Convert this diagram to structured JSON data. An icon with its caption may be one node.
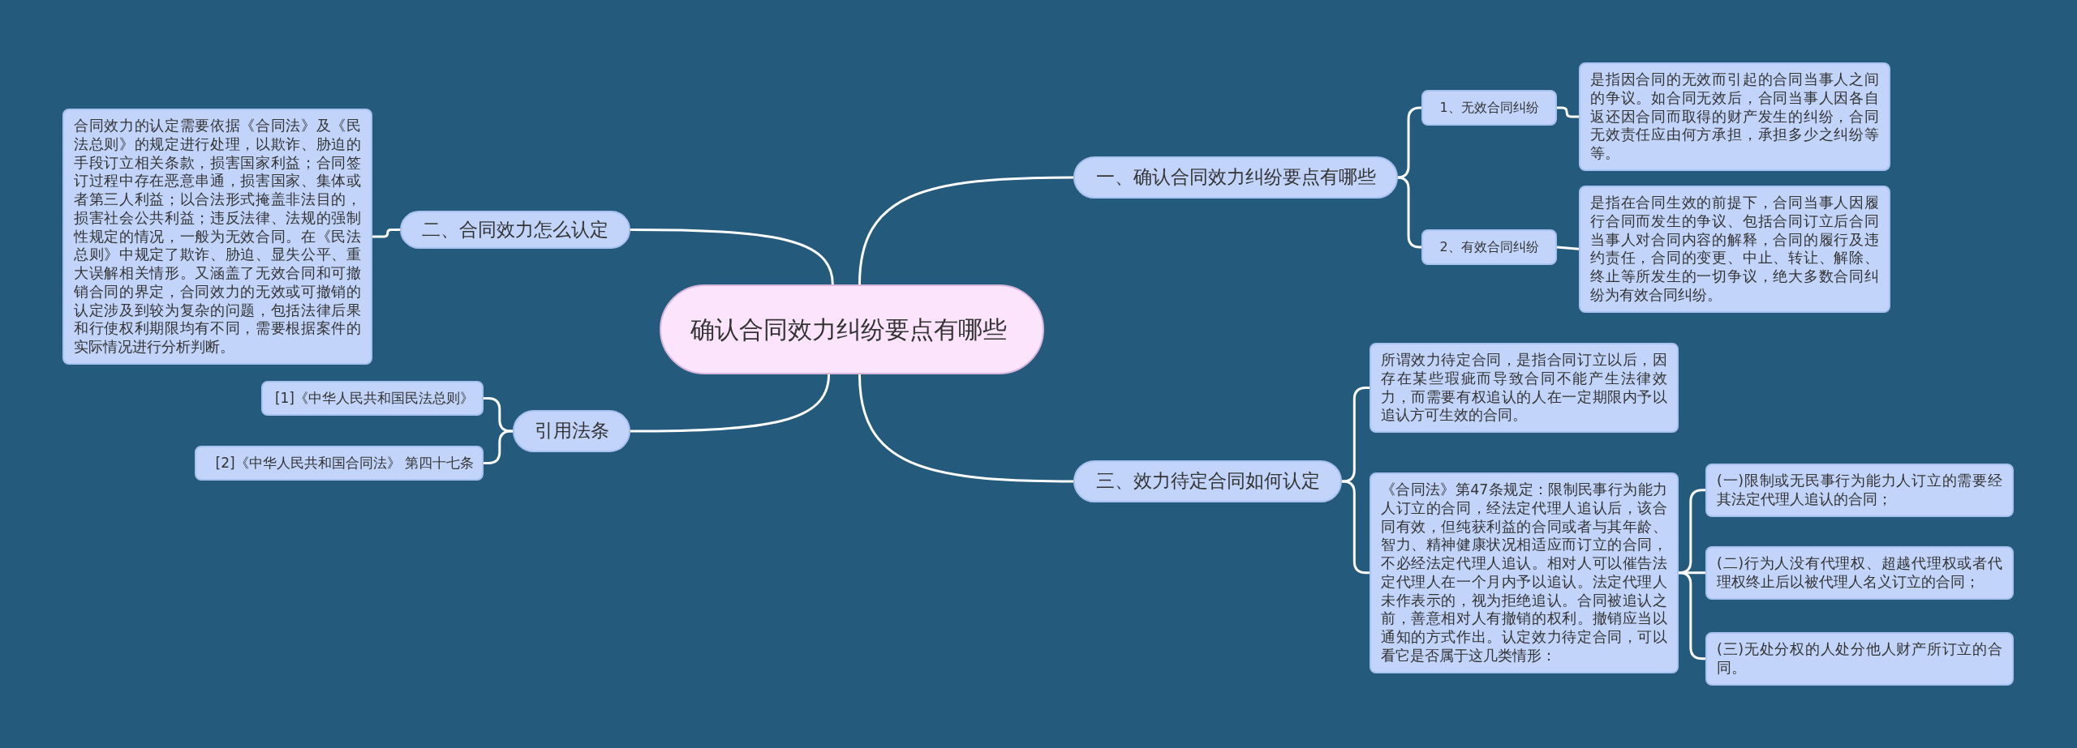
{
  "diagram": {
    "nodes": [
      {
        "text": [
          "确认合同效力纠纷要点有哪些"
        ]
      },
      {
        "text": [
          "一、确认合同效力纠纷要点有哪些"
        ]
      },
      {
        "text": [
          "1、无效合同纠纷"
        ]
      },
      {
        "text": [
          "是指因合同的无效而引起的合同当事人之间的争议。如合同无效后，合同当事人因各自返还因合同而取得的财产发生的纠纷，合同无效责任应由何方承担，承担多少之纠纷等等。"
        ]
      },
      {
        "text": [
          "2、有效合同纠纷"
        ]
      },
      {
        "text": [
          "是指在合同生效的前提下，合同当事人因履行合同而发生的争议、包括合同订立后合同当事人对合同内容的解释，合同的履行及违约责任，合同的变更、中止、转让、解除、终止等所发生的一切争议，绝大多数合同纠纷为有效合同纠纷。"
        ]
      },
      {
        "text": [
          "二、合同效力怎么认定"
        ]
      },
      {
        "text": [
          "合同效力的认定需要依据《合同法》及《民法总则》的规定进行处理，以欺诈、胁迫的手段订立相关条款，损害国家利益；合同签订过程中存在恶意串通，损害国家、集体或者第三人利益；以合法形式掩盖非法目的，损害社会公共利益；违反法律、法规的强制性规定的情况，一般为无效合同。在《民法总则》中规定了欺诈、胁迫、显失公平、重大误解相关情形。又涵盖了无效合同和可撤销合同的界定，合同效力的无效或可撤销的认定涉及到较为复杂的问题，包括法律后果和行使权利期限均有不同，需要根据案件的实际情况进行分析判断。"
        ]
      },
      {
        "text": [
          "三、效力待定合同如何认定"
        ]
      },
      {
        "text": [
          "所谓效力待定合同，是指合同订立以后，因存在某些瑕疵而导致合同不能产生法律效力，而需要有权追认的人在一定期限内予以追认方可生效的合同。"
        ]
      },
      {
        "text": [
          "《合同法》第47条规定：限制民事行为能力人订立的合同，经法定代理人追认后，该合同有效，但纯获利益的合同或者与其年龄、智力、精神健康状况相适应而订立的合同，不必经法定代理人追认。相对人可以催告法定代理人在一个月内予以追认。法定代理人未作表示的，视为拒绝追认。合同被追认之前，善意相对人有撤销的权利。撤销应当以通知的方式作出。认定效力待定合同，可以看它是否属于这几类情形："
        ]
      },
      {
        "text": [
          "(一)限制或无民事行为能力人订立的需要经其法定代理人追认的合同；"
        ]
      },
      {
        "text": [
          "(二)行为人没有代理权、超越代理权或者代理权终止后以被代理人名义订立的合同；"
        ]
      },
      {
        "text": [
          "(三)无处分权的人处分他人财产所订立的合同。"
        ]
      },
      {
        "text": [
          "引用法条"
        ]
      },
      {
        "text": [
          "[1]《中华人民共和国民法总则》"
        ]
      },
      {
        "text": [
          "[2]《中华人民共和国合同法》 第四十七条"
        ]
      }
    ],
    "edges": [
      {
        "from": 0,
        "to": 1,
        "arrow": "none"
      },
      {
        "from": 1,
        "to": 2,
        "arrow": "none"
      },
      {
        "from": 2,
        "to": 3,
        "arrow": "none"
      },
      {
        "from": 1,
        "to": 4,
        "arrow": "none"
      },
      {
        "from": 4,
        "to": 5,
        "arrow": "none"
      },
      {
        "from": 0,
        "to": 6,
        "arrow": "none"
      },
      {
        "from": 6,
        "to": 7,
        "arrow": "none"
      },
      {
        "from": 0,
        "to": 8,
        "arrow": "none"
      },
      {
        "from": 8,
        "to": 9,
        "arrow": "none"
      },
      {
        "from": 8,
        "to": 10,
        "arrow": "none"
      },
      {
        "from": 10,
        "to": 11,
        "arrow": "none"
      },
      {
        "from": 10,
        "to": 12,
        "arrow": "none"
      },
      {
        "from": 10,
        "to": 13,
        "arrow": "none"
      },
      {
        "from": 0,
        "to": 14,
        "arrow": "none"
      },
      {
        "from": 14,
        "to": 15,
        "arrow": "none"
      },
      {
        "from": 14,
        "to": 16,
        "arrow": "none"
      }
    ]
  }
}
